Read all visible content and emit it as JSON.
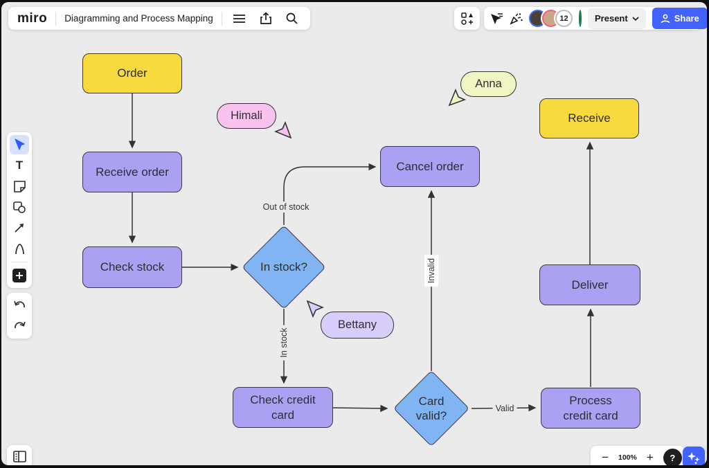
{
  "colors": {
    "canvas_bg": "#EBEBEB",
    "accent_blue": "#4262FF",
    "node_yellow": "#F8D93E",
    "node_purple": "#ABA1F2",
    "node_blue": "#80B4F2",
    "cursor_pink": "#F9C2EF",
    "cursor_yellow": "#F0F5C3",
    "cursor_purple": "#D9CDFB"
  },
  "header": {
    "logo": "miro",
    "board_title": "Diagramming and Process Mapping",
    "participants_count": "12",
    "present_label": "Present",
    "share_label": "Share"
  },
  "zoom_controls": {
    "minus": "−",
    "zoom_level": "100%",
    "plus": "+",
    "help": "?"
  },
  "toolbar": {
    "text_tool_glyph": "T"
  },
  "flowchart": {
    "nodes": {
      "order": {
        "label": "Order",
        "color": "yellow"
      },
      "receive_order": {
        "label": "Receive order",
        "color": "purple"
      },
      "check_stock": {
        "label": "Check stock",
        "color": "purple"
      },
      "in_stock": {
        "label": "In stock?",
        "color": "blue-diamond"
      },
      "cancel_order": {
        "label": "Cancel order",
        "color": "purple"
      },
      "check_credit_card": {
        "label": "Check credit card",
        "color": "purple"
      },
      "card_valid": {
        "label": "Card valid?",
        "color": "blue-diamond"
      },
      "process_credit_card": {
        "label": "Process credit card",
        "color": "purple"
      },
      "deliver": {
        "label": "Deliver",
        "color": "purple"
      },
      "receive": {
        "label": "Receive",
        "color": "yellow"
      }
    },
    "edge_labels": {
      "out_of_stock": "Out of stock",
      "in_stock": "In stock",
      "invalid": "Invalid",
      "valid": "Valid"
    },
    "collaborator_cursors": {
      "himali": {
        "name": "Himali"
      },
      "anna": {
        "name": "Anna"
      },
      "bettany": {
        "name": "Bettany"
      }
    }
  }
}
